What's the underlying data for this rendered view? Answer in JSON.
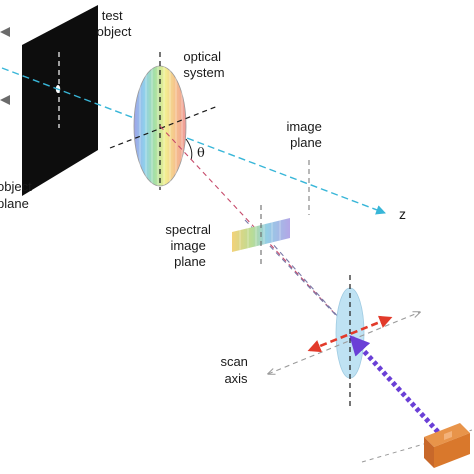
{
  "labels": {
    "test_object": [
      "test",
      "object"
    ],
    "object_plane": [
      "object",
      "plane"
    ],
    "optical_system": [
      "optical",
      "system"
    ],
    "theta": "θ",
    "image_plane": [
      "image",
      "plane"
    ],
    "z_axis": "z",
    "spectral_image_plane": [
      "spectral",
      "image",
      "plane"
    ],
    "scan_axis": [
      "scan",
      "axis"
    ]
  },
  "colors": {
    "optical_axis": "#38b6d8",
    "dispersed_ray": "#c64a6a",
    "scan_arrow": "#e23a2a",
    "view_path": "#6a3fd6",
    "detector": "#d9782c",
    "lens_fill": "#bfe2f3"
  },
  "icons": {
    "detector": "camera-icon",
    "source": "eye-marker-icon"
  }
}
